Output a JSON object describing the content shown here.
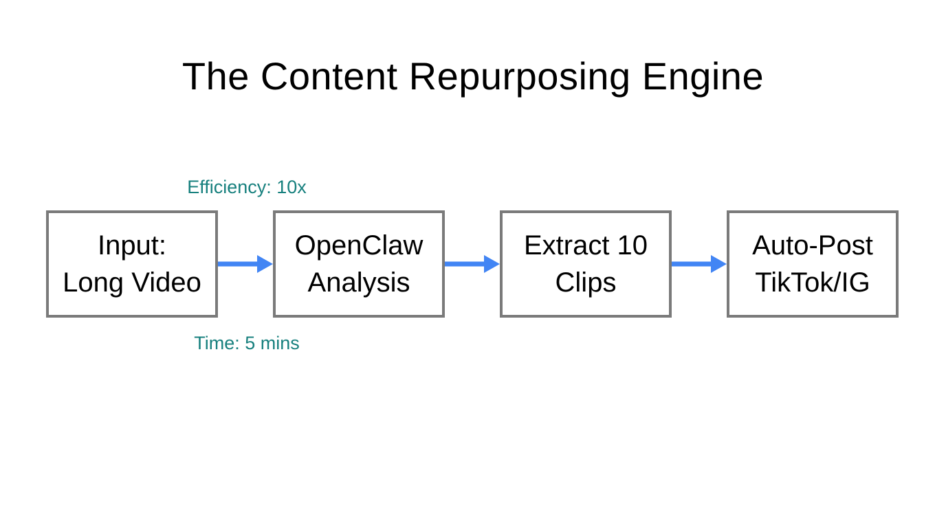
{
  "slide": {
    "title": "The Content Repurposing Engine"
  },
  "annotations": {
    "efficiency": "Efficiency: 10x",
    "time": "Time: 5 mins"
  },
  "flow": {
    "boxes": [
      {
        "id": "input",
        "label": "Input:\nLong Video"
      },
      {
        "id": "analysis",
        "label": "OpenClaw\nAnalysis"
      },
      {
        "id": "extract",
        "label": "Extract 10\nClips"
      },
      {
        "id": "post",
        "label": "Auto-Post\nTikTok/IG"
      }
    ],
    "connector_icon": "arrow-right-icon"
  },
  "colors": {
    "background": "#FFFFFF",
    "title_text": "#000000",
    "box_text": "#000000",
    "box_border": "#7A7A7A",
    "box_fill": "#FFFFFF",
    "arrow_blue": "#4285F4",
    "label_teal": "#17807E"
  }
}
